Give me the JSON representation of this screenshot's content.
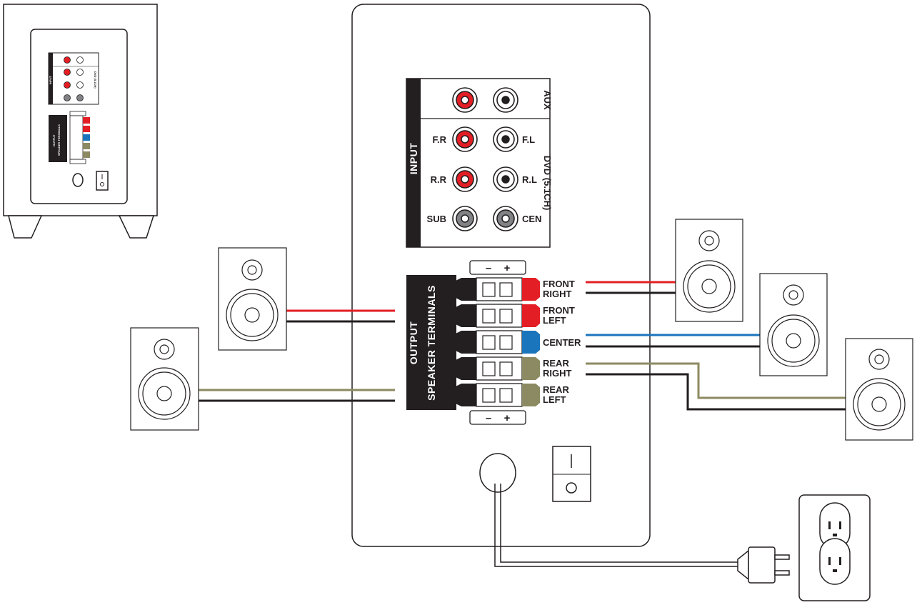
{
  "colors": {
    "outline": "#231f20",
    "red": "#e31e24",
    "blue": "#1b75bc",
    "olive": "#8c8a62",
    "grey": "#808285",
    "panel_fill": "#ffffff"
  },
  "input_panel": {
    "side_label": "INPUT",
    "aux_label": "AUX",
    "dvd_label": "DVD (5.1CH)",
    "jacks": [
      {
        "left": "",
        "left_color": "red",
        "right": "",
        "right_color": "white"
      },
      {
        "left": "F.R",
        "left_color": "red",
        "right": "F.L",
        "right_color": "white"
      },
      {
        "left": "R.R",
        "left_color": "red",
        "right": "R.L",
        "right_color": "white"
      },
      {
        "left": "SUB",
        "left_color": "grey",
        "right": "CEN",
        "right_color": "grey"
      }
    ]
  },
  "output_panel": {
    "side_label_1": "OUTPUT",
    "side_label_2": "SPEAKER TERMINALS",
    "polarity_minus": "–",
    "polarity_plus": "+",
    "terminals": [
      {
        "line1": "FRONT",
        "line2": "RIGHT",
        "color": "red"
      },
      {
        "line1": "FRONT",
        "line2": "LEFT",
        "color": "red"
      },
      {
        "line1": "CENTER",
        "line2": "",
        "color": "blue"
      },
      {
        "line1": "REAR",
        "line2": "RIGHT",
        "color": "olive"
      },
      {
        "line1": "REAR",
        "line2": "LEFT",
        "color": "olive"
      }
    ]
  },
  "thumbnail": {
    "input_label": "INPUT",
    "dvd_label": "DVD (5.1CH)",
    "output_label": "OUTPUT",
    "terminals_label": "SPEAKER TERMINALS"
  }
}
